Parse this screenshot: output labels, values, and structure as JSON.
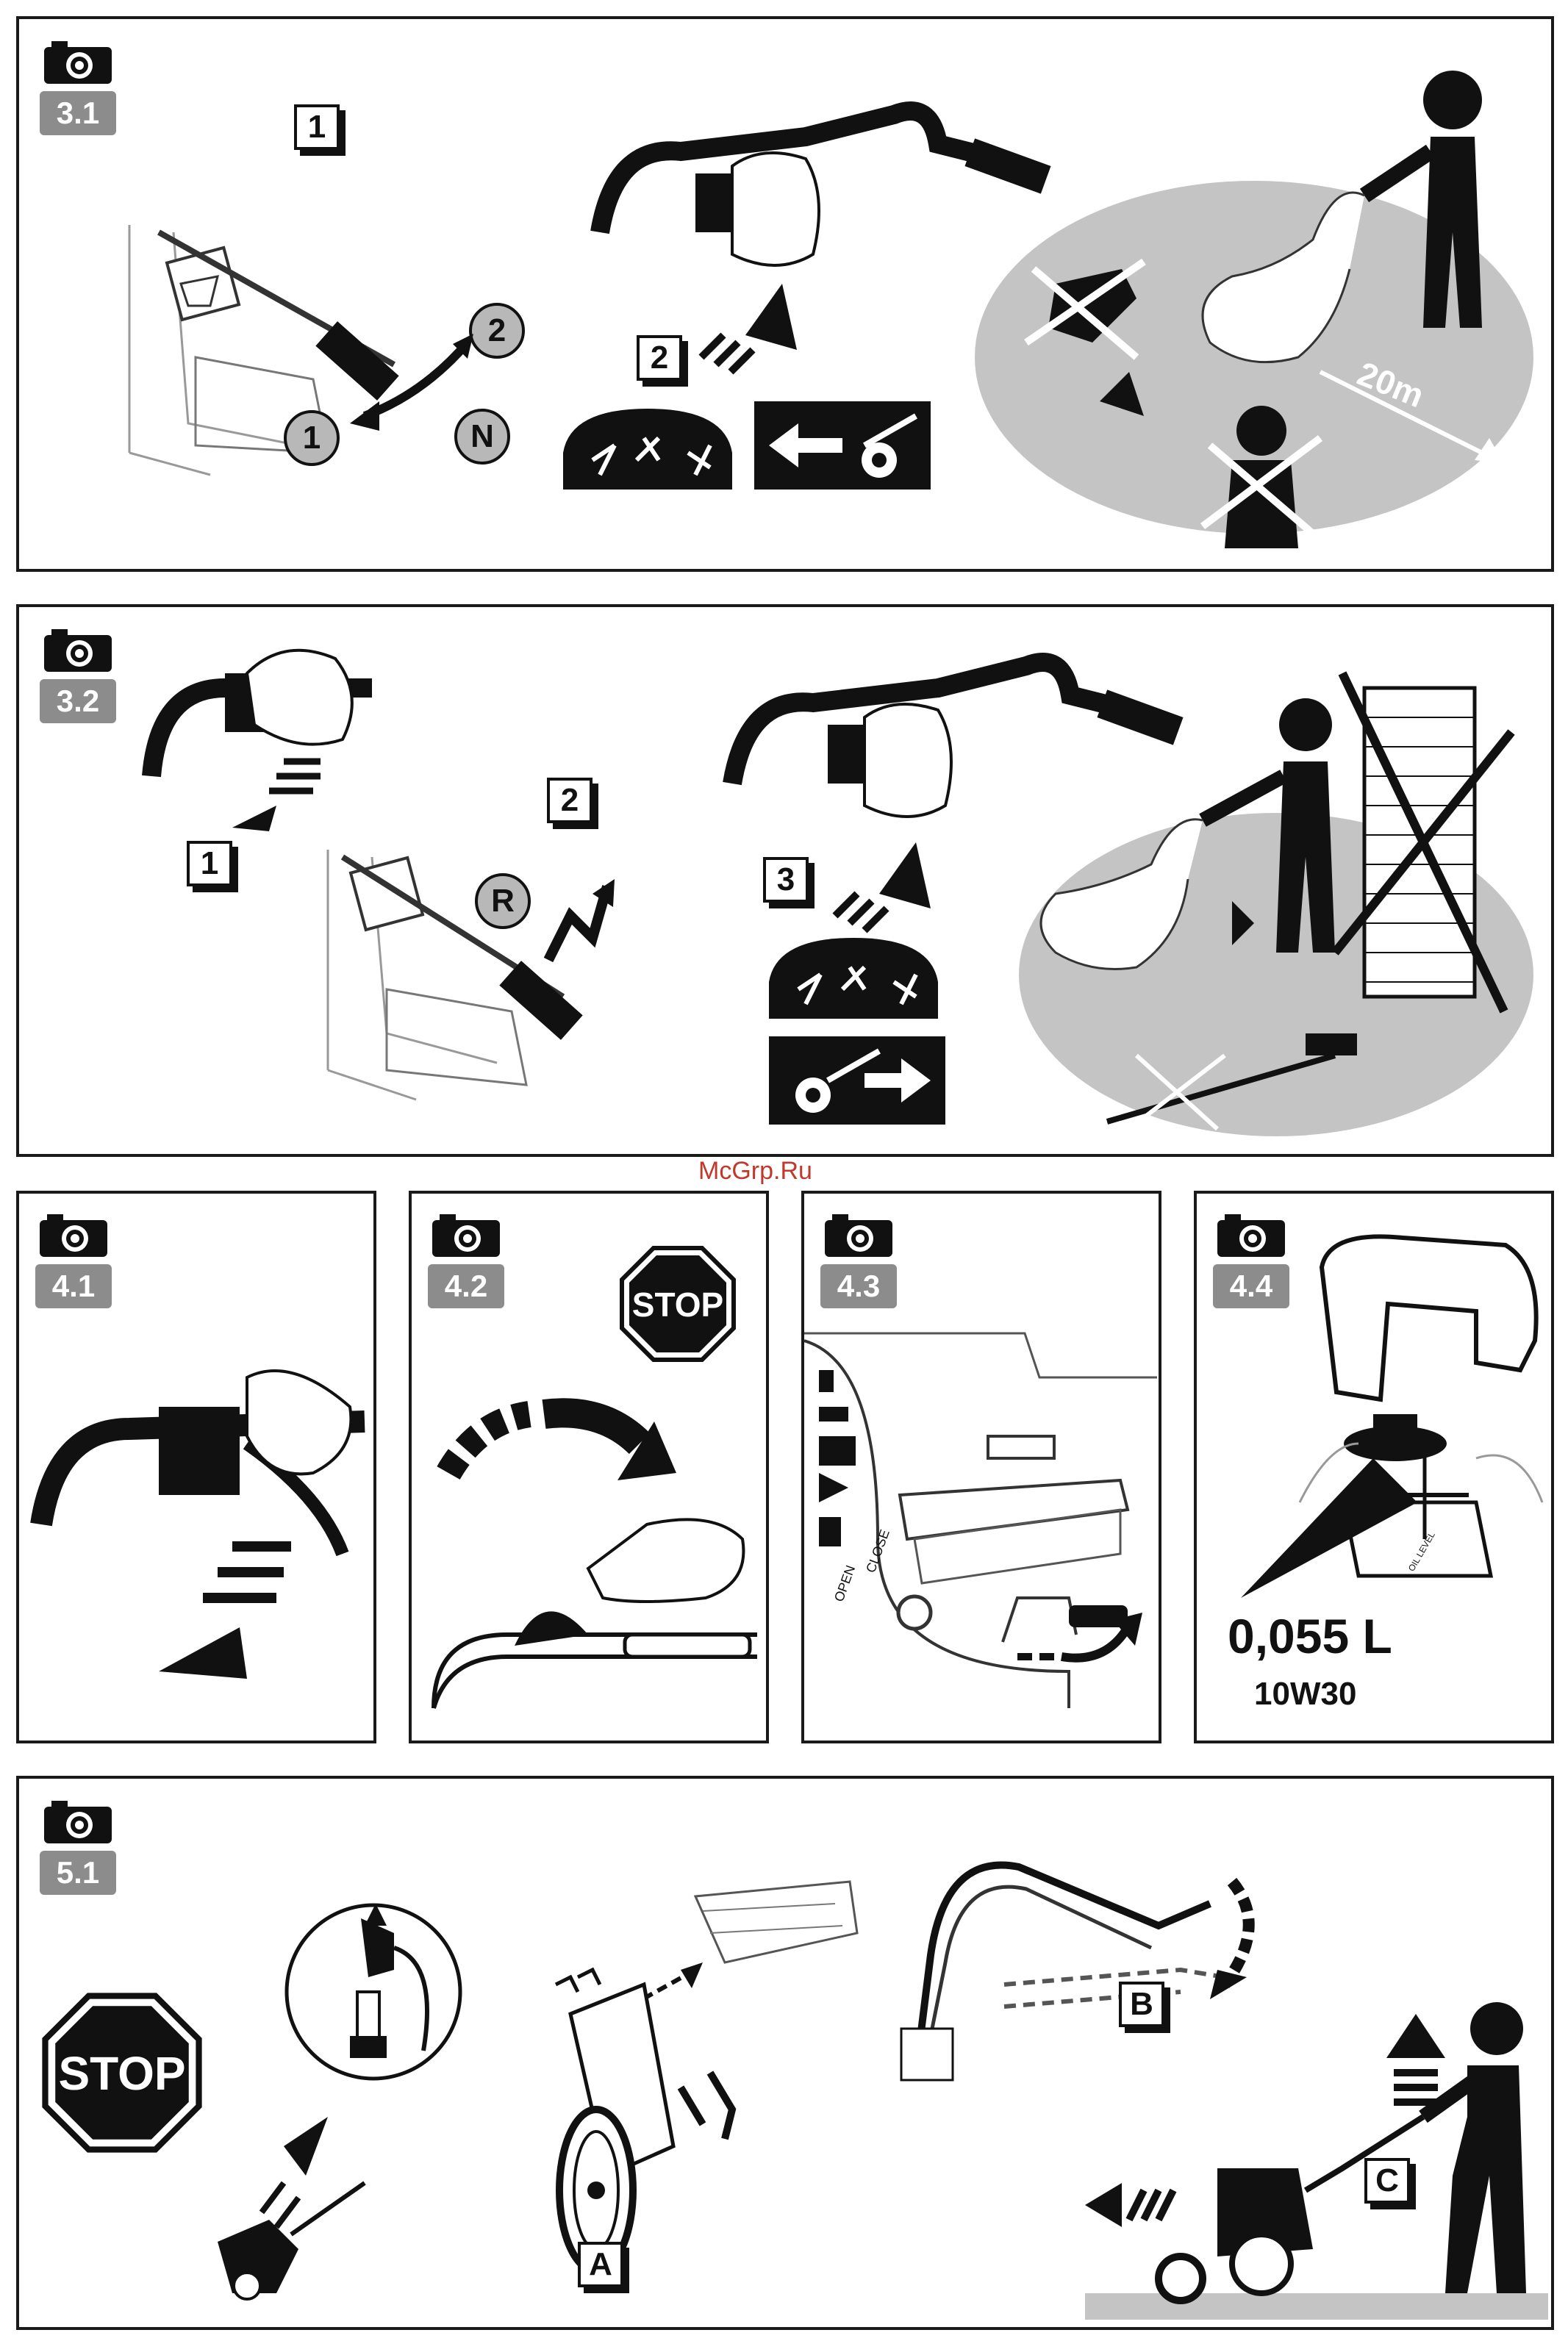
{
  "watermark": "McGrp.Ru",
  "sections": {
    "s31": {
      "badge": "3.1",
      "steps": [
        "1",
        "2"
      ],
      "gear_positions": [
        "1",
        "2",
        "N"
      ],
      "distance": "20m"
    },
    "s32": {
      "badge": "3.2",
      "steps": [
        "1",
        "2",
        "3"
      ],
      "gear_position": "R"
    },
    "s41": {
      "badge": "4.1"
    },
    "s42": {
      "badge": "4.2",
      "stop_sign": "STOP"
    },
    "s43": {
      "badge": "4.3",
      "choke_close": "CLOSE",
      "choke_open": "OPEN"
    },
    "s44": {
      "badge": "4.4",
      "oil_amount": "0,055 L",
      "oil_grade": "10W30",
      "dipstick": "OIL LEVEL"
    },
    "s51": {
      "badge": "5.1",
      "stop_sign": "STOP",
      "labels": [
        "A",
        "B",
        "C"
      ]
    }
  },
  "icons": {
    "camera": "camera-icon",
    "tines": "tines-icon",
    "forward": "forward-direction-icon",
    "reverse": "reverse-direction-icon"
  }
}
